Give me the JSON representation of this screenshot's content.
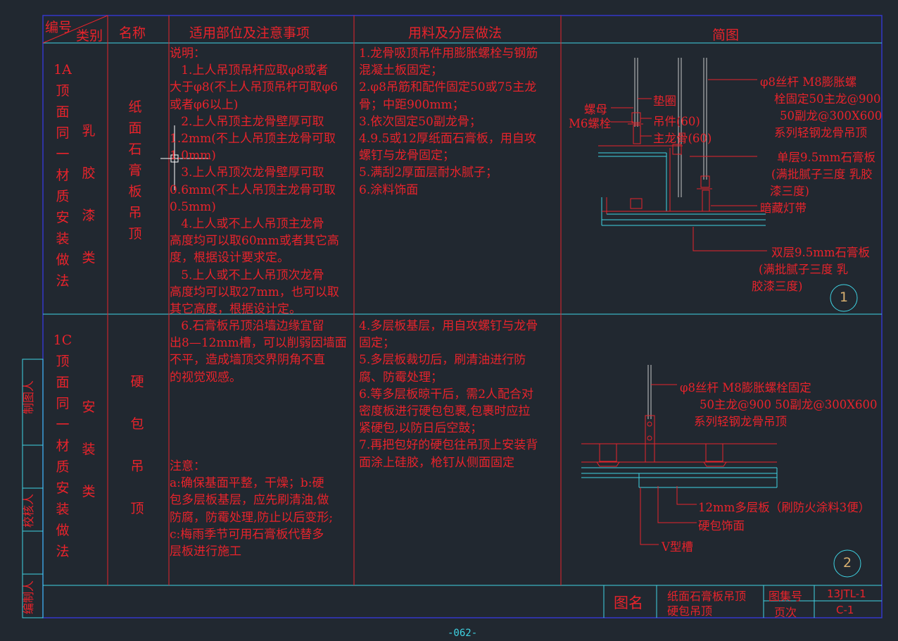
{
  "header": {
    "code": "编号",
    "category": "类别",
    "name": "名称",
    "usage": "适用部位及注意事项",
    "materials": "用料及分层做法",
    "sketch": "简图"
  },
  "row1": {
    "code": [
      "1A",
      "顶",
      "面",
      "同",
      "一",
      "材",
      "质",
      "安",
      "装",
      "做",
      "法"
    ],
    "category": [
      "乳",
      "胶",
      "漆",
      "类"
    ],
    "name": [
      "纸",
      "面",
      "石",
      "膏",
      "板",
      "吊",
      "顶"
    ],
    "notes": "说明：\n   1.上人吊顶吊杆应取φ8或者\n大于φ8(不上人吊顶吊杆可取φ6\n或者φ6以上)\n   2.上人吊顶主龙骨壁厚可取\n1.2mm(不上人吊顶主龙骨可取\n1.0mm)\n   3.上人吊顶次龙骨壁厚可取\n0.6mm(不上人吊顶主龙骨可取\n0.5mm)\n   4.上人或不上人吊顶主龙骨\n高度均可以取60mm或者其它高\n度，根据设计要求定。\n   5.上人或不上人吊顶次龙骨\n高度均可以取27mm，也可以取\n其它高度，根据设计定。",
    "materials": "1.龙骨吸顶吊件用膨胀螺栓与钢筋\n混凝土板固定；\n2.φ8吊筋和配件固定50或75主龙\n骨；中距900mm；\n3.依次固定50副龙骨；\n4.9.5或12厚纸面石膏板，用自攻\n螺钉与龙骨固定；\n5.满刮2厚面层耐水腻子；\n6.涂料饰面",
    "labels": {
      "rod": "φ8丝杆 M8膨胀螺",
      "rod2": "栓固定50主龙@900",
      "rod3": "50副龙@300X600",
      "rod4": "系列轻钢龙骨吊顶",
      "washer": "垫圈",
      "nut": "螺母",
      "bolt": "M6螺栓",
      "hanger": "吊件(60)",
      "main": "主龙骨(60)",
      "single": "单层9.5mm石膏板",
      "single2": "(满批腻子三度 乳胶",
      "single3": "漆三度)",
      "light": "暗藏灯带",
      "double": "双层9.5mm石膏板",
      "double2": "(满批腻子三度 乳",
      "double3": "胶漆三度)",
      "num": "1"
    }
  },
  "row2": {
    "code": [
      "1C",
      "顶",
      "面",
      "同",
      "一",
      "材",
      "质",
      "安",
      "装",
      "做",
      "法"
    ],
    "category": [
      "安",
      "装",
      "类"
    ],
    "name": [
      "硬",
      "包",
      "吊",
      "顶"
    ],
    "notes_a": "   6.石膏板吊顶沿墙边缘宜留\n出8—12mm槽，可以削弱因墙面\n不平，造成墙顶交界阴角不直\n的视觉观感。",
    "notes_b": "注意：\na:确保基面平整，干燥；b:硬\n包多层板基层，应先刷清油,做\n防腐，防霉处理,防止以后变形;\nc:梅雨季节可用石膏板代替多\n层板进行施工",
    "materials": "4.多层板基层，用自攻螺钉与龙骨\n固定；\n5.多层板裁切后，刷清油进行防\n腐、防霉处理；\n6.等多层板晾干后，需2人配合对\n密度板进行硬包包裹,包裹时应拉\n紧硬包,以防日后空鼓；\n7.再把包好的硬包往吊顶上安装背\n面涂上硅胶，枪钉从侧面固定",
    "labels": {
      "rod": "φ8丝杆 M8膨胀螺栓固定",
      "rod2": "50主龙@900   50副龙@300X600",
      "rod3": "系列轻钢龙骨吊顶",
      "ply": "12mm多层板（刷防火涂料3便）",
      "finish": "硬包饰面",
      "groove": "V型槽",
      "num": "2"
    }
  },
  "side": {
    "drawn": "制图人",
    "checked": "校核人",
    "compiled": "编制人"
  },
  "titleblock": {
    "figname_label": "图名",
    "figname1": "纸面石膏板吊顶",
    "figname2": "硬包吊顶",
    "atlas_label": "图集号",
    "atlas": "13JTL-1",
    "page_label": "页次",
    "page": "C-1"
  },
  "footer": "-062-",
  "colors": {
    "background": "#212830",
    "text": "#e8232b",
    "frame": "#3fd3e3",
    "border": "#3437c8"
  }
}
